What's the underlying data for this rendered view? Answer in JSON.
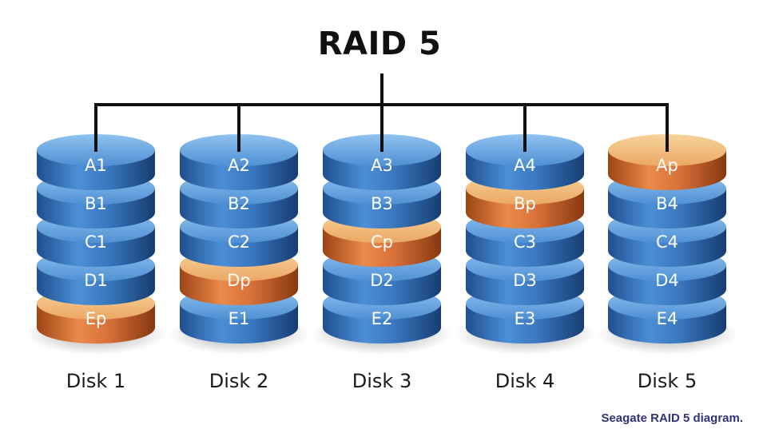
{
  "title": "RAID 5",
  "caption": "Seagate RAID 5 diagram.",
  "colors": {
    "data_block": "#3f7fc6",
    "parity_block": "#d9743a",
    "connector": "#111111"
  },
  "disks": [
    {
      "label": "Disk 1",
      "blocks": [
        {
          "text": "A1",
          "type": "data"
        },
        {
          "text": "B1",
          "type": "data"
        },
        {
          "text": "C1",
          "type": "data"
        },
        {
          "text": "D1",
          "type": "data"
        },
        {
          "text": "Ep",
          "type": "parity"
        }
      ]
    },
    {
      "label": "Disk 2",
      "blocks": [
        {
          "text": "A2",
          "type": "data"
        },
        {
          "text": "B2",
          "type": "data"
        },
        {
          "text": "C2",
          "type": "data"
        },
        {
          "text": "Dp",
          "type": "parity"
        },
        {
          "text": "E1",
          "type": "data"
        }
      ]
    },
    {
      "label": "Disk 3",
      "blocks": [
        {
          "text": "A3",
          "type": "data"
        },
        {
          "text": "B3",
          "type": "data"
        },
        {
          "text": "Cp",
          "type": "parity"
        },
        {
          "text": "D2",
          "type": "data"
        },
        {
          "text": "E2",
          "type": "data"
        }
      ]
    },
    {
      "label": "Disk 4",
      "blocks": [
        {
          "text": "A4",
          "type": "data"
        },
        {
          "text": "Bp",
          "type": "parity"
        },
        {
          "text": "C3",
          "type": "data"
        },
        {
          "text": "D3",
          "type": "data"
        },
        {
          "text": "E3",
          "type": "data"
        }
      ]
    },
    {
      "label": "Disk 5",
      "blocks": [
        {
          "text": "Ap",
          "type": "parity"
        },
        {
          "text": "B4",
          "type": "data"
        },
        {
          "text": "C4",
          "type": "data"
        },
        {
          "text": "D4",
          "type": "data"
        },
        {
          "text": "E4",
          "type": "data"
        }
      ]
    }
  ]
}
